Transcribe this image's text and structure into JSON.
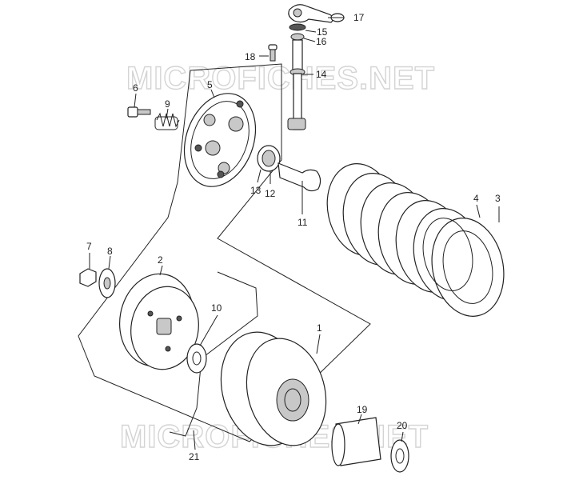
{
  "watermark": {
    "top": "MICROFICHES.NET",
    "bottom": "MICROFICHES.NET"
  },
  "callouts": [
    {
      "id": "c1",
      "label": "1"
    },
    {
      "id": "c2",
      "label": "2"
    },
    {
      "id": "c3",
      "label": "3"
    },
    {
      "id": "c4",
      "label": "4"
    },
    {
      "id": "c5",
      "label": "5"
    },
    {
      "id": "c6",
      "label": "6"
    },
    {
      "id": "c7",
      "label": "7"
    },
    {
      "id": "c8",
      "label": "8"
    },
    {
      "id": "c9",
      "label": "9"
    },
    {
      "id": "c10",
      "label": "10"
    },
    {
      "id": "c11",
      "label": "11"
    },
    {
      "id": "c12",
      "label": "12"
    },
    {
      "id": "c13",
      "label": "13"
    },
    {
      "id": "c14",
      "label": "14"
    },
    {
      "id": "c15",
      "label": "15"
    },
    {
      "id": "c16",
      "label": "16"
    },
    {
      "id": "c17",
      "label": "17"
    },
    {
      "id": "c18",
      "label": "18"
    },
    {
      "id": "c19",
      "label": "19"
    },
    {
      "id": "c20",
      "label": "20"
    },
    {
      "id": "c21",
      "label": "21"
    }
  ]
}
